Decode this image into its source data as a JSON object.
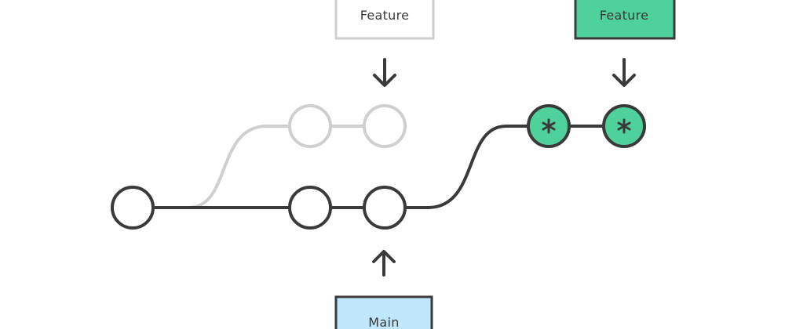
{
  "colors": {
    "background": "#ffffff",
    "active_stroke": "#3a3a3a",
    "faded_stroke": "#cfcfcf",
    "feature_green": "#4fd19c",
    "main_blue": "#bfe6fb",
    "label_text": "#3a3a3a"
  },
  "labels": {
    "old_feature": "Feature",
    "new_feature": "Feature",
    "main": "Main"
  },
  "icons": {
    "commit_marker": "asterisk-icon",
    "pointer": "arrow-icon"
  },
  "graph": {
    "main_commits": 3,
    "old_feature_commits": 2,
    "rebased_feature_commits": 2
  }
}
